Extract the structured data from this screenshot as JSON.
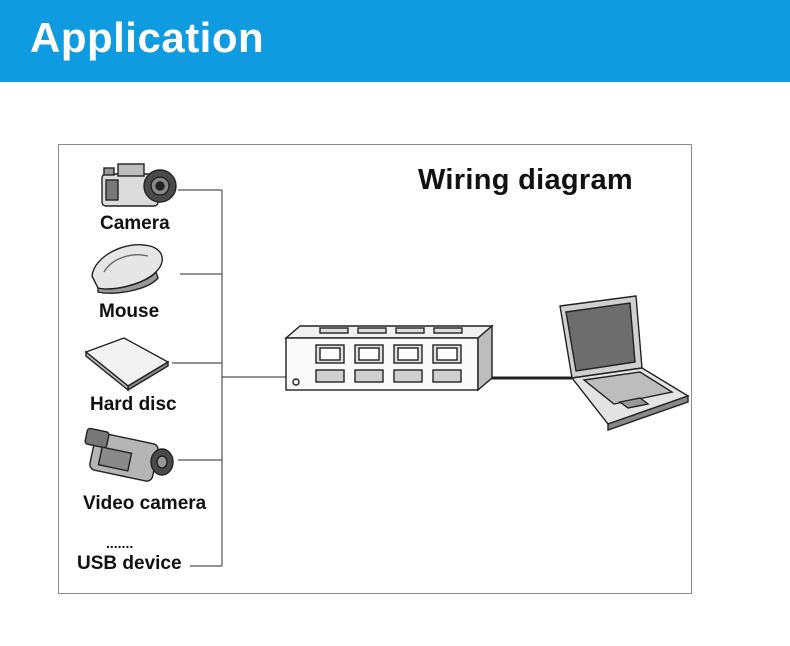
{
  "banner": {
    "title": "Application",
    "color": "#0f9be0"
  },
  "diagram": {
    "title": "Wiring diagram",
    "devices": [
      {
        "label": "Camera",
        "icon": "camera-icon"
      },
      {
        "label": "Mouse",
        "icon": "mouse-icon"
      },
      {
        "label": "Hard disc",
        "icon": "hard-disc-icon"
      },
      {
        "label": "Video camera",
        "icon": "video-camera-icon"
      },
      {
        "label": "USB device",
        "icon": "usb-device-icon"
      }
    ],
    "ellipsis": ".......",
    "hub_icon": "usb-hub-icon",
    "computer_icon": "laptop-icon"
  }
}
